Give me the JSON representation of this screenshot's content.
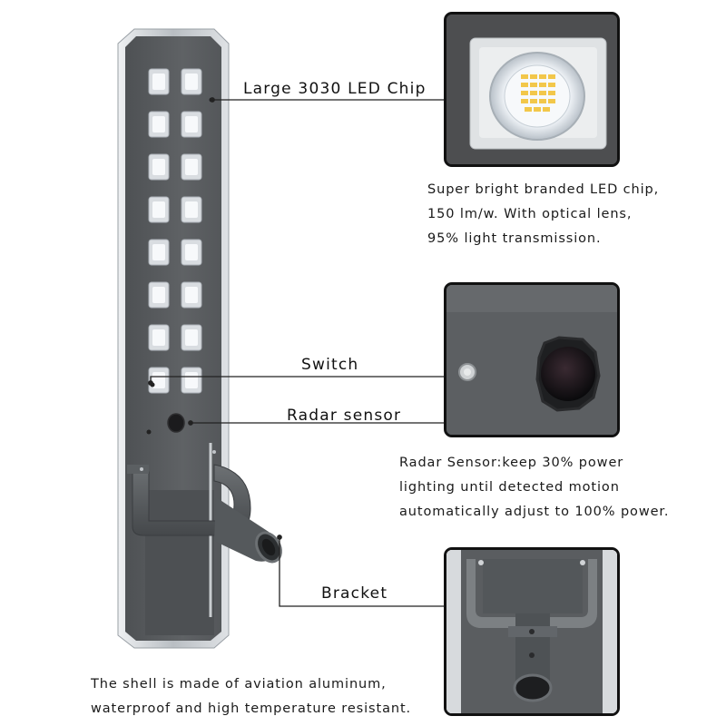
{
  "callouts": {
    "led_chip": "Large 3030 LED Chip",
    "switch": "Switch",
    "radar_sensor": "Radar sensor",
    "bracket": "Bracket"
  },
  "descriptions": {
    "led": [
      "Super bright branded LED chip,",
      "150 lm/w. With optical lens,",
      "95% light transmission."
    ],
    "radar": [
      "Radar Sensor:keep 30% power",
      "lighting until detected motion",
      "automatically adjust to 100% power."
    ],
    "shell": [
      "The shell is made of aviation aluminum,",
      "waterproof and high temperature resistant."
    ]
  },
  "colors": {
    "panel": "#5b5e61",
    "frame": "#c9cdd1",
    "line": "#222222"
  }
}
